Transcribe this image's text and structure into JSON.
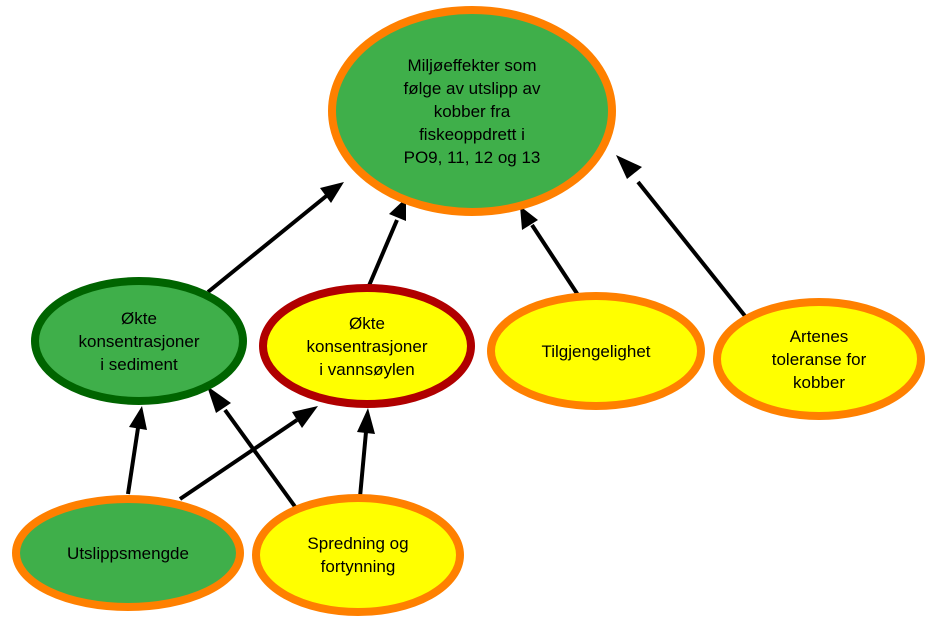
{
  "colors": {
    "green_fill": "#3faf4a",
    "yellow_fill": "#ffff00",
    "orange_border": "#ff8000",
    "dark_green_border": "#006400",
    "red_border": "#b00000",
    "arrow": "#000000"
  },
  "nodes": {
    "main": {
      "label": "Miljøeffekter som\nfølge av utslipp av\nkobber fra\nfiskeoppdrett i\nPO9, 11, 12 og 13"
    },
    "sediment": {
      "label": "Økte\nkonsentrasjoner\ni sediment"
    },
    "water": {
      "label": "Økte\nkonsentrasjoner\ni vannsøylen"
    },
    "availability": {
      "label": "Tilgjengelighet"
    },
    "tolerance": {
      "label": "Artenes\ntoleranse for\nkobber"
    },
    "emission": {
      "label": "Utslippsmengde"
    },
    "dispersion": {
      "label": "Spredning og\nfortynning"
    }
  }
}
